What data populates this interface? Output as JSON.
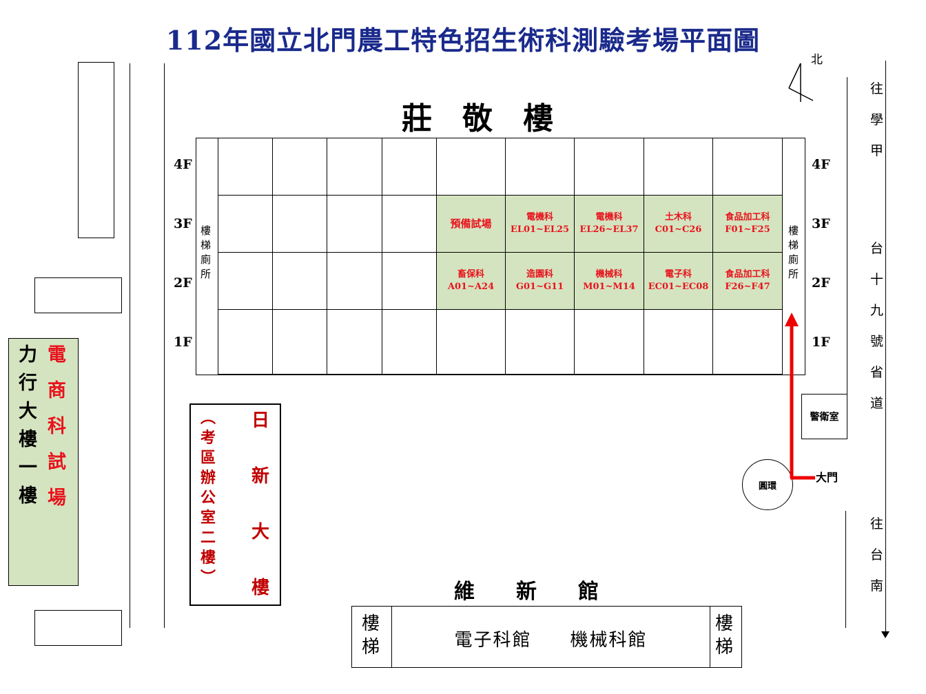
{
  "title": "112年國立北門農工特色招生術科測驗考場平面圖",
  "compass_label": "北",
  "main_building": {
    "name": "莊　敬　樓",
    "floors": [
      "4F",
      "3F",
      "2F",
      "1F"
    ],
    "stair_left": [
      "樓",
      "梯",
      "廁",
      "所"
    ],
    "stair_right": [
      "樓",
      "梯",
      "廁",
      "所"
    ],
    "rooms_3f": [
      {
        "name": "預備試場",
        "range": ""
      },
      {
        "name": "電機科",
        "range": "EL01~EL25"
      },
      {
        "name": "電機科",
        "range": "EL26~EL37"
      },
      {
        "name": "土木科",
        "range": "C01~C26"
      },
      {
        "name": "食品加工科",
        "range": "F01~F25"
      }
    ],
    "rooms_2f": [
      {
        "name": "畜保科",
        "range": "A01~A24"
      },
      {
        "name": "造園科",
        "range": "G01~G11"
      },
      {
        "name": "機械科",
        "range": "M01~M14"
      },
      {
        "name": "電子科",
        "range": "EC01~EC08"
      },
      {
        "name": "食品加工科",
        "range": "F26~F47"
      }
    ]
  },
  "lixing": {
    "left_col": [
      "力",
      "行",
      "大",
      "樓",
      "一",
      "樓"
    ],
    "right_col": [
      "電",
      "商",
      "科",
      "試",
      "場"
    ]
  },
  "rixin": {
    "left_col": [
      "︵",
      "考",
      "區",
      "辦",
      "公",
      "室",
      "二",
      "樓",
      "︶"
    ],
    "right_col": [
      "日",
      "新",
      "大",
      "樓"
    ]
  },
  "weixin": {
    "name": "維　　新　　館",
    "stair_left": [
      "樓",
      "梯"
    ],
    "stair_right": [
      "樓",
      "梯"
    ],
    "halls": "電子科館　　機械科館"
  },
  "guard_room": "警衛室",
  "roundabout": "圓環",
  "main_gate": "大門",
  "road_to_xuejia": [
    "往",
    "學",
    "甲"
  ],
  "road_19": [
    "台",
    "十",
    "九",
    "號",
    "省",
    "道"
  ],
  "road_to_tainan": [
    "往",
    "台",
    "南"
  ],
  "colors": {
    "title": "#1a2a8c",
    "exam_red": "#e8131d",
    "exam_fill": "#d5e4c0",
    "arrow": "#ee0000"
  }
}
